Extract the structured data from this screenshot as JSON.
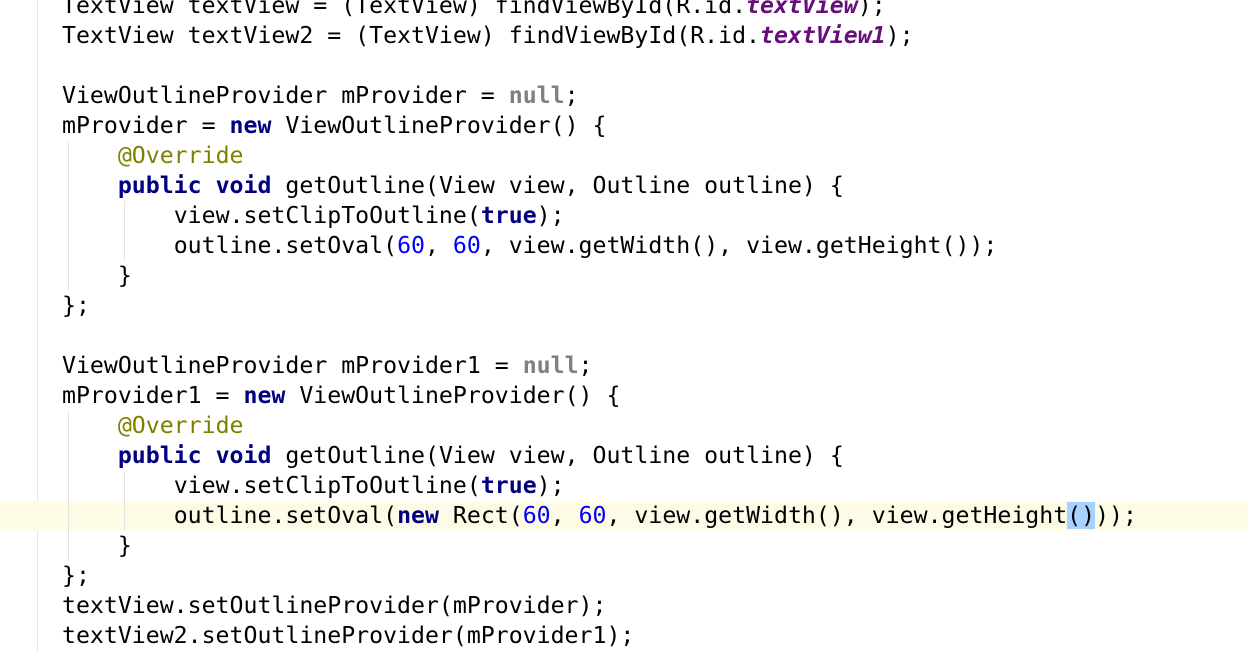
{
  "editor": {
    "lines": [
      "TextView textView = (TextView) findViewById(R.id.textView);",
      "TextView textView2 = (TextView) findViewById(R.id.textView1);",
      "",
      "ViewOutlineProvider mProvider = null;",
      "mProvider = new ViewOutlineProvider() {",
      "@Override",
      "public void getOutline(View view, Outline outline) {",
      "view.setClipToOutline(true);",
      "outline.setOval(60, 60, view.getWidth(), view.getHeight());",
      "}",
      "};",
      "",
      "ViewOutlineProvider mProvider1 = null;",
      "mProvider1 = new ViewOutlineProvider() {",
      "@Override",
      "public void getOutline(View view, Outline outline) {",
      "view.setClipToOutline(true);",
      "outline.setOval(new Rect(60, 60, view.getWidth(), view.getHeight()));",
      "}",
      "};",
      "textView.setOutlineProvider(mProvider);",
      "textView2.setOutlineProvider(mProvider1);"
    ],
    "current_line_index": 17,
    "tokens": {
      "textView": "TextView textView = (TextView) findViewById(R.id.",
      "textView_field": "textView",
      "textView_end": ");",
      "textView2_prefix": "TextView textView2 = (TextView) findViewById(R.id.",
      "textView1_field": "textView1",
      "textView2_end": ");",
      "vop_decl": "ViewOutlineProvider mProvider = ",
      "null": "null",
      "semicolon": ";",
      "mprovider_assign": "mProvider = ",
      "new": "new",
      "vop_ctor": " ViewOutlineProvider() {",
      "override": "@Override",
      "public": "public",
      "void": "void",
      "get_outline_sig": " getOutline(View view, Outline outline) {",
      "set_clip_start": "view.setClipToOutline(",
      "true": "true",
      "paren_semi": ");",
      "set_oval_start": "outline.setOval(",
      "sixty": "60",
      "comma_sp": ", ",
      "set_oval_rest": ", view.getWidth(), view.getHeight());",
      "close_brace": "}",
      "close_brace_semi": "};",
      "vop_decl1": "ViewOutlineProvider mProvider1 = ",
      "mprovider1_assign": "mProvider1 = ",
      "rect_start": " Rect(",
      "rect_rest": ", view.getWidth(), view.getHeight",
      "empty_parens": "()",
      "rect_end": "));",
      "set_provider_0": "textView.setOutlineProvider(mProvider);",
      "set_provider_1": "textView2.setOutlineProvider(mProvider1);"
    }
  }
}
